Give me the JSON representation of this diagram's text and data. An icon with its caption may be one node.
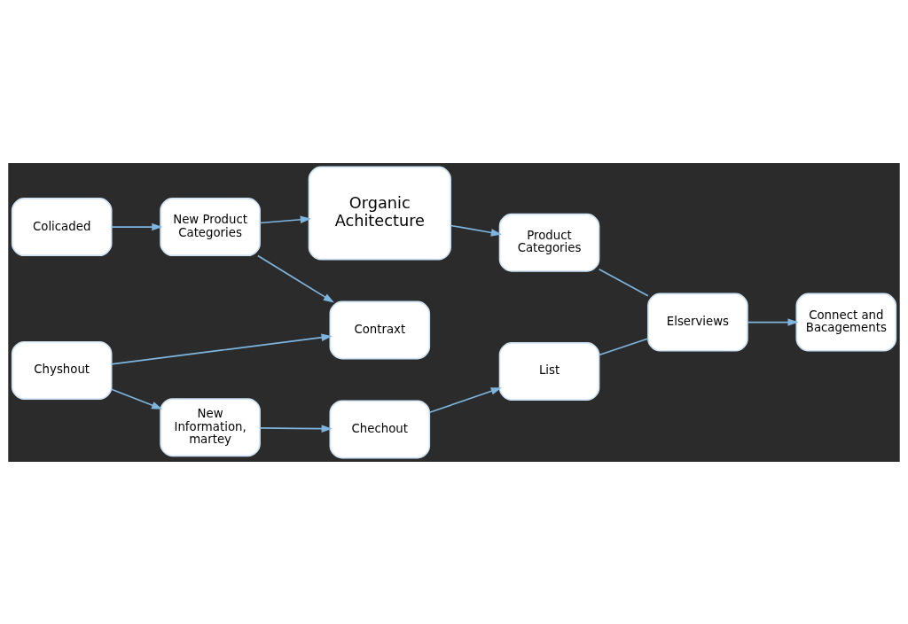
{
  "diagram": {
    "nodes": [
      {
        "text": [
          "Colicaded"
        ]
      },
      {
        "text": [
          "New Product Categories"
        ]
      },
      {
        "text": [
          "Organic Achitecture"
        ]
      },
      {
        "text": [
          "Contraxt"
        ]
      },
      {
        "text": [
          "Product Categories"
        ]
      },
      {
        "text": [
          "Chyshout"
        ]
      },
      {
        "text": [
          "List"
        ]
      },
      {
        "text": [
          "Elserviews"
        ]
      },
      {
        "text": [
          "Connect and Bacagements"
        ]
      },
      {
        "text": [
          "New Information, martey"
        ]
      },
      {
        "text": [
          "Chechout"
        ]
      }
    ],
    "edges": [
      {
        "from": 0,
        "to": 1,
        "arrow": "to"
      },
      {
        "from": 1,
        "to": 2,
        "arrow": "to"
      },
      {
        "from": 1,
        "to": 3,
        "arrow": "to"
      },
      {
        "from": 2,
        "to": 4,
        "arrow": "to"
      },
      {
        "from": 5,
        "to": 3,
        "arrow": "to"
      },
      {
        "from": 5,
        "to": 9,
        "arrow": "to"
      },
      {
        "from": 9,
        "to": 10,
        "arrow": "to"
      },
      {
        "from": 10,
        "to": 6,
        "arrow": "to"
      },
      {
        "from": 6,
        "to": 7,
        "arrow": "none"
      },
      {
        "from": 4,
        "to": 7,
        "arrow": "none"
      },
      {
        "from": 7,
        "to": 8,
        "arrow": "to"
      }
    ]
  }
}
